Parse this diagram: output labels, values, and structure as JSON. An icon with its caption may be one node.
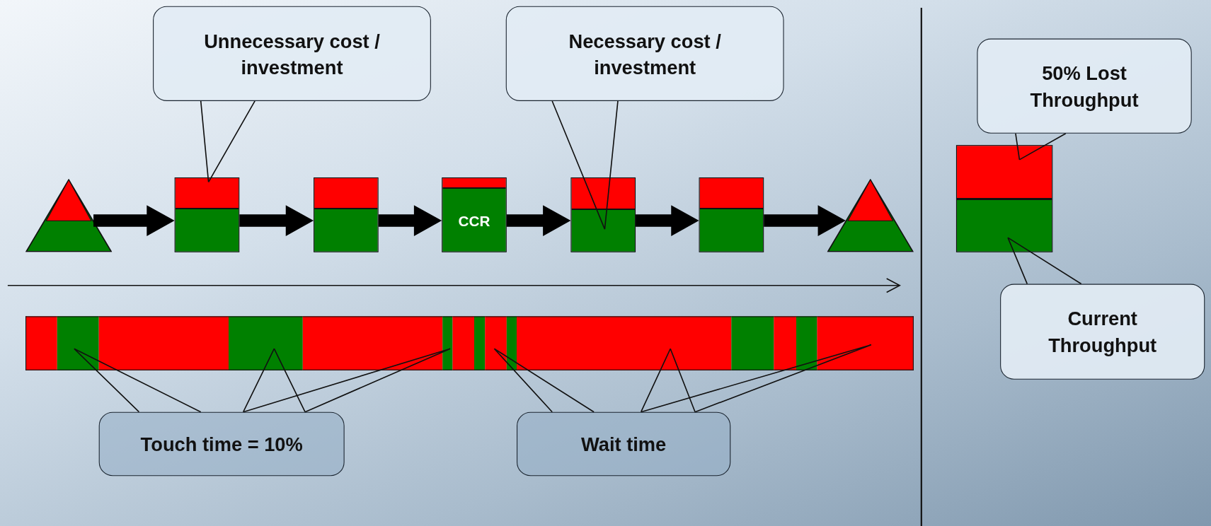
{
  "diagram": {
    "nodes": [
      {
        "text": [
          "Unnecessary cost / investment"
        ]
      },
      {
        "text": [
          "Necessary cost / investment"
        ]
      },
      {
        "text": [
          "50% Lost Throughput"
        ]
      },
      {
        "text": [],
        "shape": "triangle"
      },
      {
        "text": [],
        "shape": "box"
      },
      {
        "text": [],
        "shape": "box"
      },
      {
        "text": [
          "CCR"
        ]
      },
      {
        "text": [],
        "shape": "box"
      },
      {
        "text": [],
        "shape": "box"
      },
      {
        "text": [],
        "shape": "triangle"
      },
      {
        "text": [],
        "shape": "box"
      },
      {
        "text": [
          "Current Throughput"
        ]
      },
      {
        "text": [],
        "shape": "bar"
      },
      {
        "text": [],
        "shape": "bar"
      },
      {
        "text": [],
        "shape": "bar"
      },
      {
        "text": [],
        "shape": "bar"
      },
      {
        "text": [],
        "shape": "bar"
      },
      {
        "text": [],
        "shape": "bar"
      },
      {
        "text": [],
        "shape": "bar"
      },
      {
        "text": [],
        "shape": "bar"
      },
      {
        "text": [],
        "shape": "bar"
      },
      {
        "text": [],
        "shape": "bar"
      },
      {
        "text": [],
        "shape": "bar"
      },
      {
        "text": [],
        "shape": "bar"
      },
      {
        "text": [],
        "shape": "bar"
      },
      {
        "text": [],
        "shape": "bar"
      },
      {
        "text": [],
        "shape": "bar"
      },
      {
        "text": [
          "Touch time = 10%"
        ]
      },
      {
        "text": [
          "Wait time"
        ]
      }
    ],
    "edges": [
      {
        "from": 3,
        "to": 4,
        "arrow": "to"
      },
      {
        "from": 4,
        "to": 5,
        "arrow": "to"
      },
      {
        "from": 5,
        "to": 6,
        "arrow": "to"
      },
      {
        "from": 6,
        "to": 7,
        "arrow": "to"
      },
      {
        "from": 7,
        "to": 8,
        "arrow": "to"
      },
      {
        "from": 8,
        "to": 9,
        "arrow": "to"
      },
      {
        "from": 0,
        "to": 4,
        "arrow": "none"
      },
      {
        "from": 1,
        "to": 7,
        "arrow": "none"
      },
      {
        "from": 2,
        "to": 10,
        "arrow": "none"
      },
      {
        "from": 11,
        "to": 10,
        "arrow": "none"
      },
      {
        "from": 27,
        "to": 13,
        "arrow": "none"
      },
      {
        "from": 27,
        "to": 15,
        "arrow": "none"
      },
      {
        "from": 27,
        "to": 17,
        "arrow": "none"
      },
      {
        "from": 28,
        "to": 20,
        "arrow": "none"
      },
      {
        "from": 28,
        "to": 22,
        "arrow": "none"
      },
      {
        "from": 28,
        "to": 26,
        "arrow": "none"
      }
    ]
  }
}
